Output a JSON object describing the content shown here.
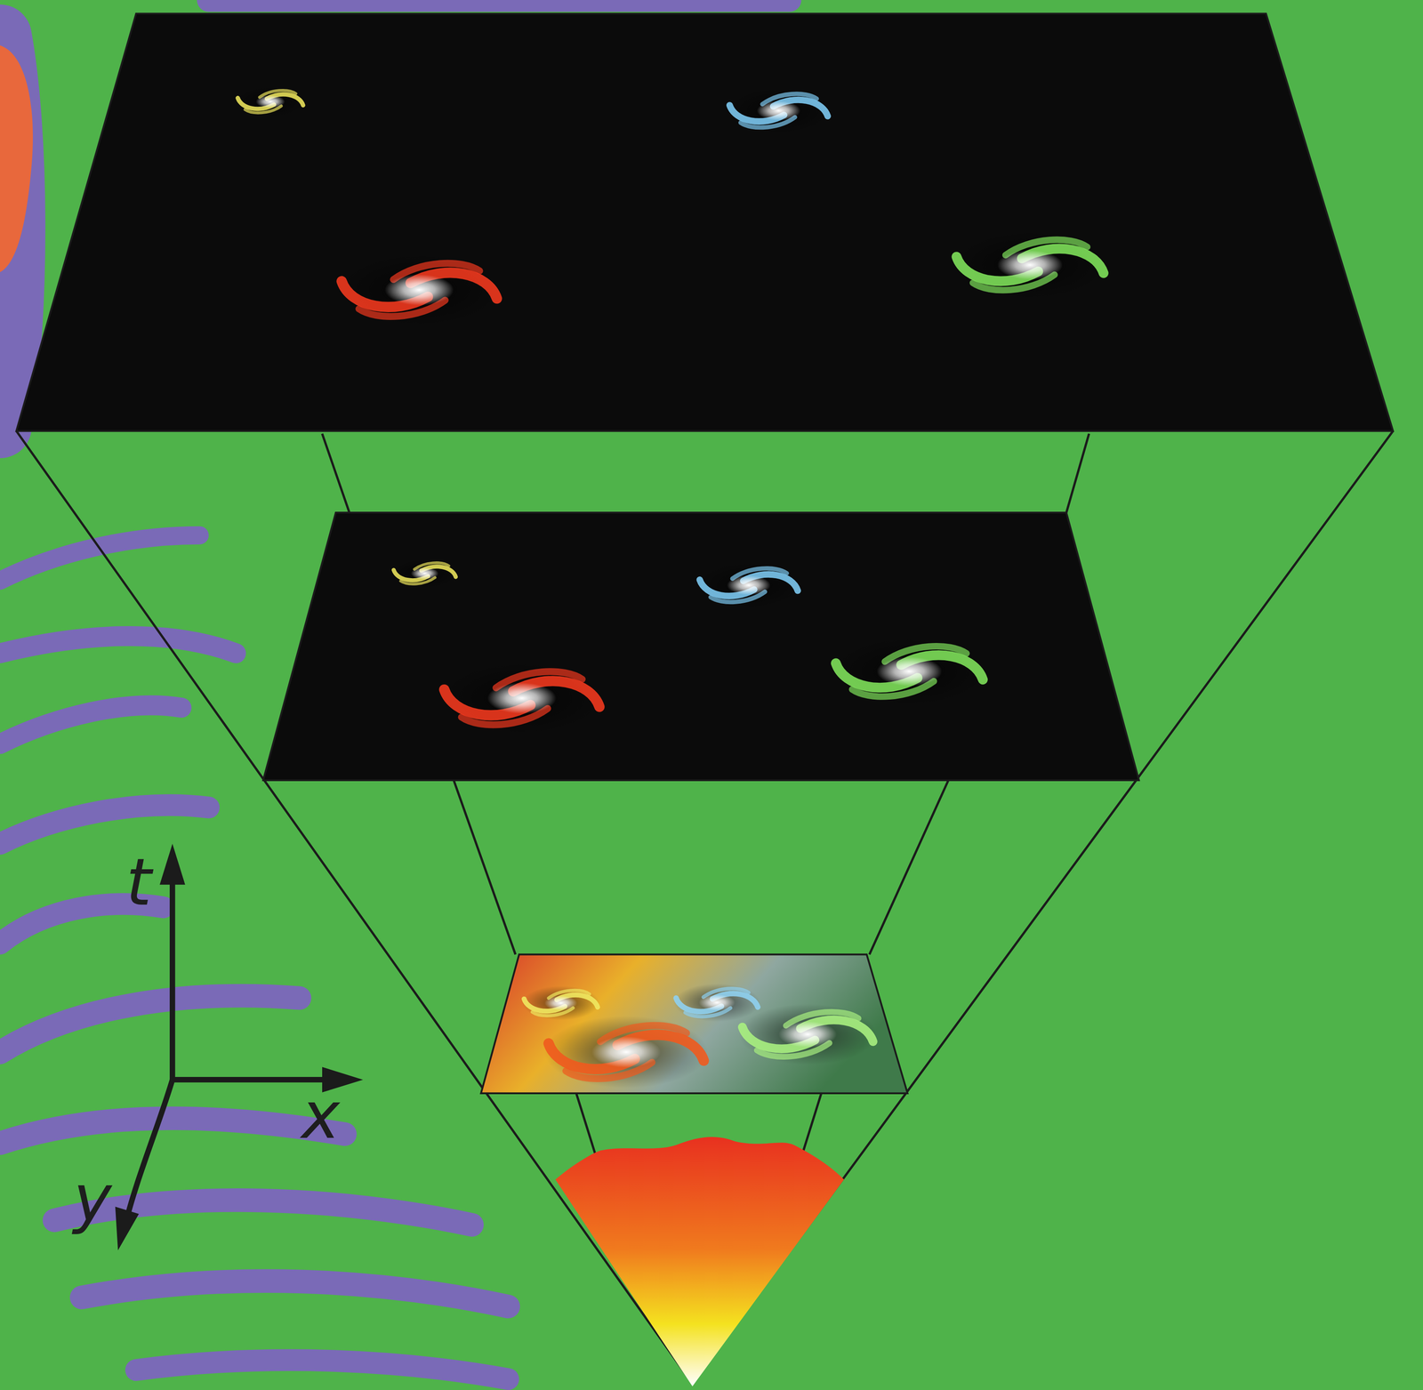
{
  "diagram": {
    "labels": [
      "t",
      "x",
      "y"
    ]
  }
}
